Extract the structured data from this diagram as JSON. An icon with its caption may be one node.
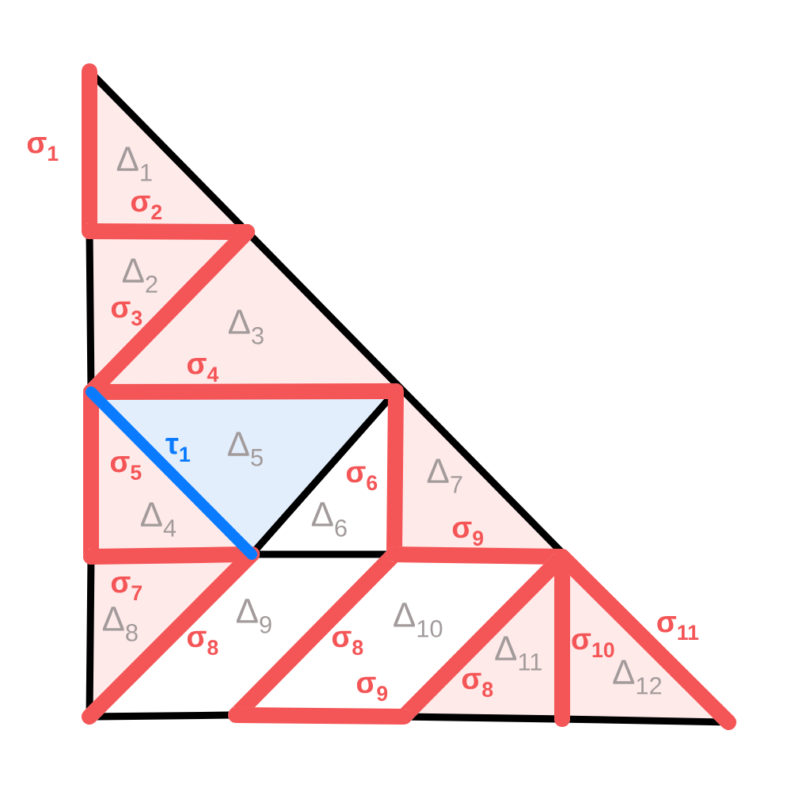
{
  "diagram": {
    "nodes": [
      {
        "text": [
          "Δ$_{1}$"
        ]
      },
      {
        "text": [
          "Δ$_{2}$"
        ]
      },
      {
        "text": [
          "Δ$_{3}$"
        ]
      },
      {
        "text": [
          "Δ$_{4}$"
        ]
      },
      {
        "text": [
          "Δ$_{5}$"
        ]
      },
      {
        "text": [
          "Δ$_{6}$"
        ]
      },
      {
        "text": [
          "Δ$_{7}$"
        ]
      },
      {
        "text": [
          "Δ$_{8}$"
        ]
      },
      {
        "text": [
          "Δ$_{9}$"
        ]
      },
      {
        "text": [
          "Δ$_{10}$"
        ]
      },
      {
        "text": [
          "Δ$_{11}$"
        ]
      },
      {
        "text": [
          "Δ$_{12}$"
        ]
      }
    ],
    "labels": [
      "σ$_{1}$",
      "σ$_{2}$",
      "σ$_{3}$",
      "σ$_{4}$",
      "τ$_{1}$",
      "σ$_{5}$",
      "σ$_{6}$",
      "σ$_{9}$",
      "σ$_{7}$",
      "σ$_{8}$",
      "σ$_{8}$",
      "σ$_{10}$",
      "σ$_{11}$",
      "σ$_{9}$",
      "σ$_{8}$"
    ]
  }
}
